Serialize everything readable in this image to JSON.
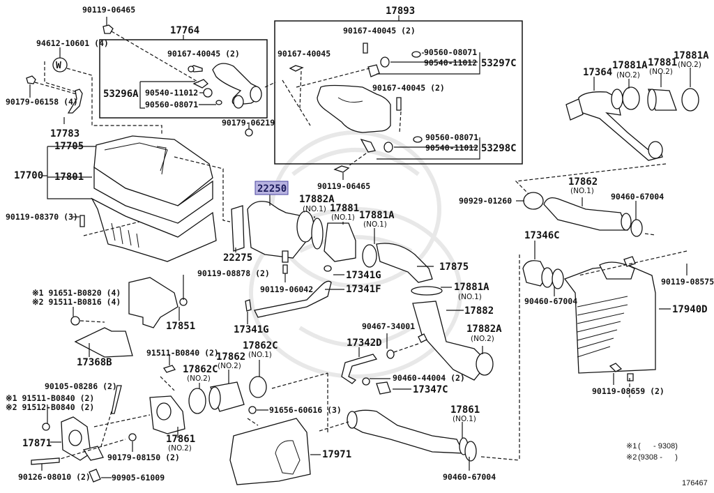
{
  "diagram": {
    "title": "Air intake / intercooler parts diagram",
    "figure_number": "176467",
    "highlighted_part": "22250",
    "highlight_color": "#b8b3e0",
    "notes": [
      {
        "mark": "※1",
        "text": "(      - 9308)"
      },
      {
        "mark": "※2",
        "text": "(9308 -      )"
      }
    ],
    "labels": {
      "p90119_06465_top": "90119-06465",
      "p17764": "17764",
      "p94612_10601": "94612-10601 (4)",
      "w_marker": "W",
      "p90167_40045_2_a": "90167-40045 (2)",
      "p53296a": "53296A",
      "p90540_11012_a": "90540-11012",
      "p90560_08071_a": "90560-08071",
      "p90179_06158": "90179-06158 (4)",
      "p17783": "17783",
      "p17893": "17893",
      "p90167_40045_2_b": "90167-40045 (2)",
      "p90167_40045": "90167-40045",
      "p90560_08071_b": "90560-08071",
      "p90540_11012_b": "90540-11012",
      "p53297c": "53297C",
      "p90167_40045_2_c": "90167-40045 (2)",
      "p90179_06219": "90179-06219",
      "p90560_08071_c": "90560-08071",
      "p90540_11012_c": "90540-11012",
      "p53298c": "53298C",
      "p90119_06465_mid": "90119-06465",
      "p17364": "17364",
      "p17881a_no2_a": "17881A",
      "p17881a_no2_a_sub": "(NO.2)",
      "p17881_no2": "17881",
      "p17881_no2_sub": "(NO.2)",
      "p17881a_no2_b": "17881A",
      "p17881a_no2_b_sub": "(NO.2)",
      "p17705": "17705",
      "p17700": "17700",
      "p17801": "17801",
      "p90119_08370": "90119-08370 (3)",
      "p22250": "22250",
      "p22275": "22275",
      "p17882a_no1": "17882A",
      "p17882a_no1_sub": "(NO.1)",
      "p17881_no1": "17881",
      "p17881_no1_sub": "(NO.1)",
      "p17881a_no1_a": "17881A",
      "p17881a_no1_a_sub": "(NO.1)",
      "p90119_08878": "90119-08878 (2)",
      "p90119_06042": "90119-06042",
      "p17341g_a": "17341G",
      "p17341f": "17341F",
      "p17875": "17875",
      "p17881a_no1_b": "17881A",
      "p17881a_no1_b_sub": "(NO.1)",
      "p17882": "17882",
      "p17341g_b": "17341G",
      "p90929_01260": "90929-01260",
      "p17862_no1": "17862",
      "p17862_no1_sub": "(NO.1)",
      "p90460_67004_a": "90460-67004",
      "p17346c": "17346C",
      "p90460_67004_b": "90460-67004",
      "p90119_08575": "90119-08575",
      "p17940d": "17940D",
      "p90119_08659": "90119-08659 (2)",
      "p91651_b0820": "※1 91651-B0820 (4)",
      "p91511_b0816": "※2 91511-B0816 (4)",
      "p17851": "17851",
      "p17368b": "17368B",
      "p91511_b0840": "91511-B0840 (2)",
      "p17862c_no2": "17862C",
      "p17862c_no2_sub": "(NO.2)",
      "p17862_no2": "17862",
      "p17862_no2_sub": "(NO.2)",
      "p17862c_no1": "17862C",
      "p17862c_no1_sub": "(NO.1)",
      "p90105_08286": "90105-08286 (2)",
      "p91511_b0840_x1": "※1 91511-B0840 (2)",
      "p91512_b0840_x2": "※2 91512-B0840 (2)",
      "p17871": "17871",
      "p90179_08150": "90179-08150 (2)",
      "p17861_no2": "17861",
      "p17861_no2_sub": "(NO.2)",
      "p90126_08010": "90126-08010 (2)",
      "p90905_61009": "90905-61009",
      "p91656_60616": "91656-60616 (3)",
      "p17971": "17971",
      "p90467_34001": "90467-34001",
      "p17342d": "17342D",
      "p17882a_no2": "17882A",
      "p17882a_no2_sub": "(NO.2)",
      "p90460_44004": "90460-44004 (2)",
      "p17347c": "17347C",
      "p17861_no1": "17861",
      "p17861_no1_sub": "(NO.1)",
      "p90460_67004_c": "90460-67004"
    }
  }
}
